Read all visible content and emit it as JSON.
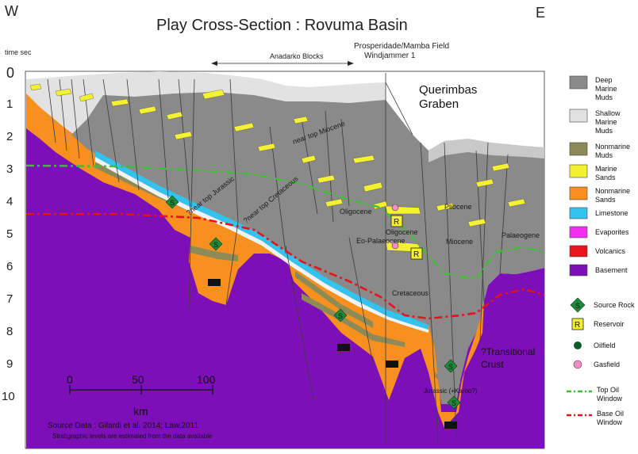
{
  "header": {
    "west": "W",
    "east": "E",
    "title": "Play Cross-Section : Rovuma  Basin",
    "field_1": "Prosperidade/Mamba Field",
    "field_2": "Windjammer 1",
    "anadarko": "Anadarko Blocks",
    "time_unit": "time sec"
  },
  "depth_axis": [
    "0",
    "1",
    "2",
    "3",
    "4",
    "5",
    "6",
    "7",
    "8",
    "9",
    "10"
  ],
  "labels": {
    "graben_1": "Querimbas",
    "graben_2": "Graben",
    "near_top_miocene": "near top Miocene",
    "near_top_jurassic": "?near top Jurassic",
    "near_top_cretaceous": "?near top Cretaceous",
    "oligocene_a": "Oligocene",
    "oligocene_b": "Oligocene",
    "eo_palaeocene": "Eo-Palaeocene",
    "pliocene": "Pliocene",
    "miocene": "Miocene",
    "palaeogene": "Palaeogene",
    "cretaceous": "Cretaceous",
    "transitional_1": "?Transitional",
    "transitional_2": "Crust",
    "jurassic_karoo": "Jurassic (+Karoo?)"
  },
  "scale": {
    "ticks": [
      "0",
      "50",
      "100"
    ],
    "unit": "km"
  },
  "source": {
    "line_1": "Source Data : Gilardi et al. 2014;  Law,2011",
    "line_2": "Stratigraphic levels are estimated from the data available"
  },
  "legend": {
    "deep_marine": [
      "Deep",
      "Marine",
      "Muds"
    ],
    "shallow_marine": [
      "Shallow",
      "Marine",
      "Muds"
    ],
    "nonmarine_muds": [
      "Nonmarine",
      "Muds"
    ],
    "marine_sands": [
      "Marine",
      "Sands"
    ],
    "nonmarine_sands": [
      "Nonmarine",
      "Sands"
    ],
    "limestone": "Limestone",
    "evaporites": "Evaporites",
    "volcanics": "Volcanics",
    "basement": "Basement",
    "source_rock": "Source Rock",
    "reservoir": "Reservoir",
    "oilfield": "Oilfield",
    "gasfield": "Gasfield",
    "top_oil": [
      "Top Oil",
      "Window"
    ],
    "base_oil": [
      "Base Oil",
      "Window"
    ]
  },
  "symbols": {
    "source": "S",
    "reservoir": "R"
  },
  "colors": {
    "deep_marine": "#8a8a8a",
    "shallow_marine": "#e2e2e2",
    "nonmarine_muds": "#8c8a56",
    "marine_sands": "#f4f032",
    "nonmarine_sands": "#f7901e",
    "limestone": "#34c3ee",
    "evaporites": "#f12ff1",
    "volcanics": "#e8141b",
    "basement": "#7d0fb8",
    "source_rock": "#1f8a3a",
    "oilfield": "#0c5c2a",
    "gasfield": "#f28cc8",
    "top_oil_line": "#3fbf35",
    "base_oil_line": "#e3141b"
  }
}
